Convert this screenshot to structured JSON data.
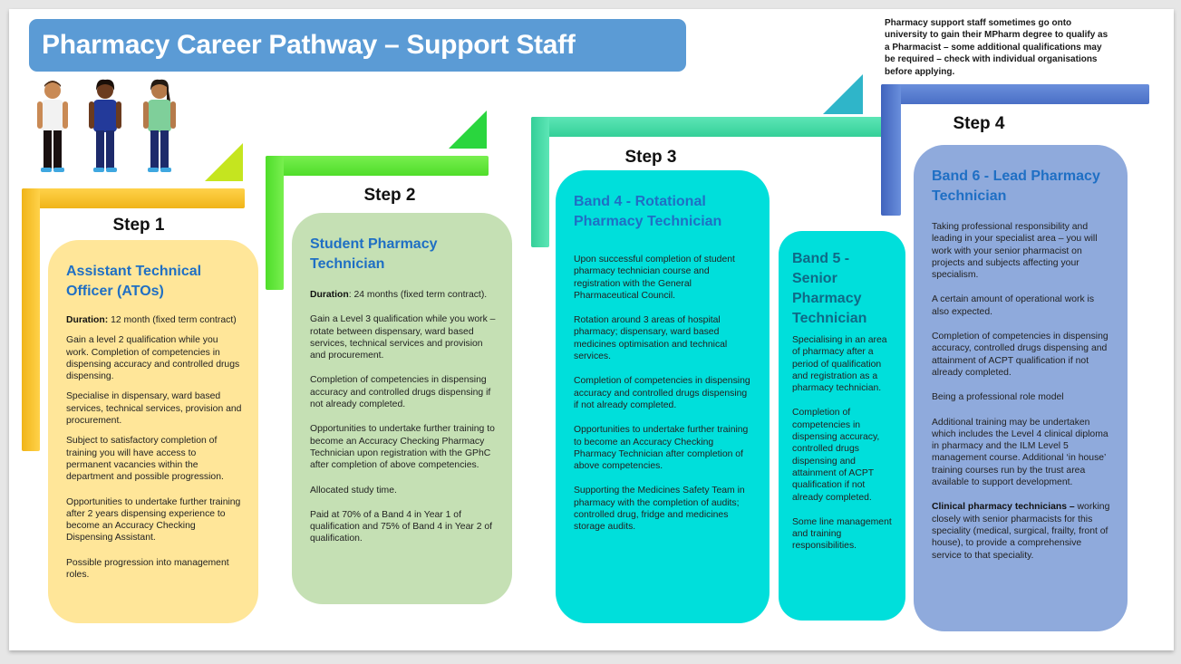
{
  "title": "Pharmacy Career Pathway – Support Staff",
  "note": "Pharmacy support staff sometimes go onto university to gain their MPharm degree to qualify as a Pharmacist – some additional qualifications may be required – check with individual organisations before applying.",
  "colors": {
    "title_bg": "#5b9bd5",
    "step1_arrow": "#f7c325",
    "step2_arrow": "#5be33a",
    "step3_arrow": "#40d6a2",
    "step4_arrow": "#4a74c9",
    "card1_bg": "#ffe699",
    "card2_bg": "#c5e0b4",
    "card3_bg": "#00dfdb",
    "card4_bg": "#00dfdb",
    "card5_bg": "#8faadc",
    "card_title": "#1f6fc4"
  },
  "illustration": {
    "label": "Three pharmacy support staff figures"
  },
  "steps": [
    {
      "label": "Step 1",
      "cards": [
        {
          "title": "Assistant Technical Officer (ATOs)",
          "paragraphs": [
            {
              "bold": "Duration:",
              "text": " 12 month (fixed term contract)"
            },
            {
              "bold": "",
              "text": "Gain a level 2 qualification while you work. Completion of competencies in dispensing accuracy and controlled drugs dispensing."
            },
            {
              "bold": "",
              "text": "Specialise in dispensary, ward based services, technical services, provision and procurement."
            },
            {
              "bold": "",
              "text": "Subject to satisfactory completion of training you will have access to permanent vacancies within the department and possible progression."
            },
            {
              "bold": "",
              "text": "Opportunities to undertake further training after 2 years dispensing experience to become an Accuracy Checking Dispensing Assistant."
            },
            {
              "bold": "",
              "text": "Possible progression into management roles."
            }
          ]
        }
      ]
    },
    {
      "label": "Step 2",
      "cards": [
        {
          "title": "Student Pharmacy Technician",
          "paragraphs": [
            {
              "bold": "Duration",
              "text": ": 24 months (fixed term contract)."
            },
            {
              "bold": "",
              "text": "Gain a Level 3 qualification while you work – rotate between dispensary, ward based services, technical services and provision and procurement."
            },
            {
              "bold": "",
              "text": "Completion of competencies in dispensing accuracy and controlled drugs dispensing if not already completed."
            },
            {
              "bold": "",
              "text": "Opportunities to undertake further training to become an Accuracy Checking Pharmacy Technician upon registration with the GPhC after completion of above competencies."
            },
            {
              "bold": "",
              "text": "Allocated study time."
            },
            {
              "bold": "",
              "text": "Paid at 70% of a Band 4 in Year 1 of qualification and 75% of Band 4 in Year 2 of qualification."
            }
          ]
        }
      ]
    },
    {
      "label": "Step 3",
      "cards": [
        {
          "title": "Band 4 - Rotational Pharmacy Technician",
          "paragraphs": [
            {
              "bold": "",
              "text": "Upon successful completion of student pharmacy technician course and registration with the General Pharmaceutical Council."
            },
            {
              "bold": "",
              "text": "Rotation around 3 areas of hospital pharmacy; dispensary, ward based medicines optimisation and technical services."
            },
            {
              "bold": "",
              "text": "Completion of competencies in dispensing accuracy and controlled drugs dispensing if not already completed."
            },
            {
              "bold": "",
              "text": "Opportunities to undertake further training to become an Accuracy Checking Pharmacy Technician after completion of above competencies."
            },
            {
              "bold": "",
              "text": "Supporting the Medicines Safety Team in pharmacy with the completion of audits; controlled drug, fridge and medicines storage audits."
            }
          ]
        },
        {
          "title": "Band 5 - Senior Pharmacy Technician",
          "paragraphs": [
            {
              "bold": "",
              "text": "Specialising in an area of pharmacy after a period of qualification and registration as a pharmacy technician."
            },
            {
              "bold": "",
              "text": "Completion of competencies in dispensing accuracy, controlled drugs dispensing and attainment of ACPT qualification if not already completed."
            },
            {
              "bold": "",
              "text": "Some line management and training responsibilities."
            }
          ]
        }
      ]
    },
    {
      "label": "Step 4",
      "cards": [
        {
          "title": "Band 6 - Lead Pharmacy Technician",
          "paragraphs": [
            {
              "bold": "",
              "text": "Taking professional responsibility and leading in your specialist area – you will work with your senior pharmacist on projects and subjects affecting your specialism."
            },
            {
              "bold": "",
              "text": "A certain amount of operational work is also expected."
            },
            {
              "bold": "",
              "text": "Completion of competencies in dispensing accuracy, controlled drugs dispensing and attainment of ACPT qualification if not already completed."
            },
            {
              "bold": "",
              "text": "Being a professional role model"
            },
            {
              "bold": "",
              "text": "Additional training may be undertaken which includes the Level 4 clinical diploma in pharmacy and the ILM Level 5 management course. Additional ‘in house’ training courses run by the trust area available to support development."
            },
            {
              "bold": "Clinical pharmacy technicians –",
              "text": " working closely with senior pharmacists for this speciality (medical, surgical, frailty, front of house), to provide a comprehensive service to that speciality."
            }
          ]
        }
      ]
    }
  ]
}
